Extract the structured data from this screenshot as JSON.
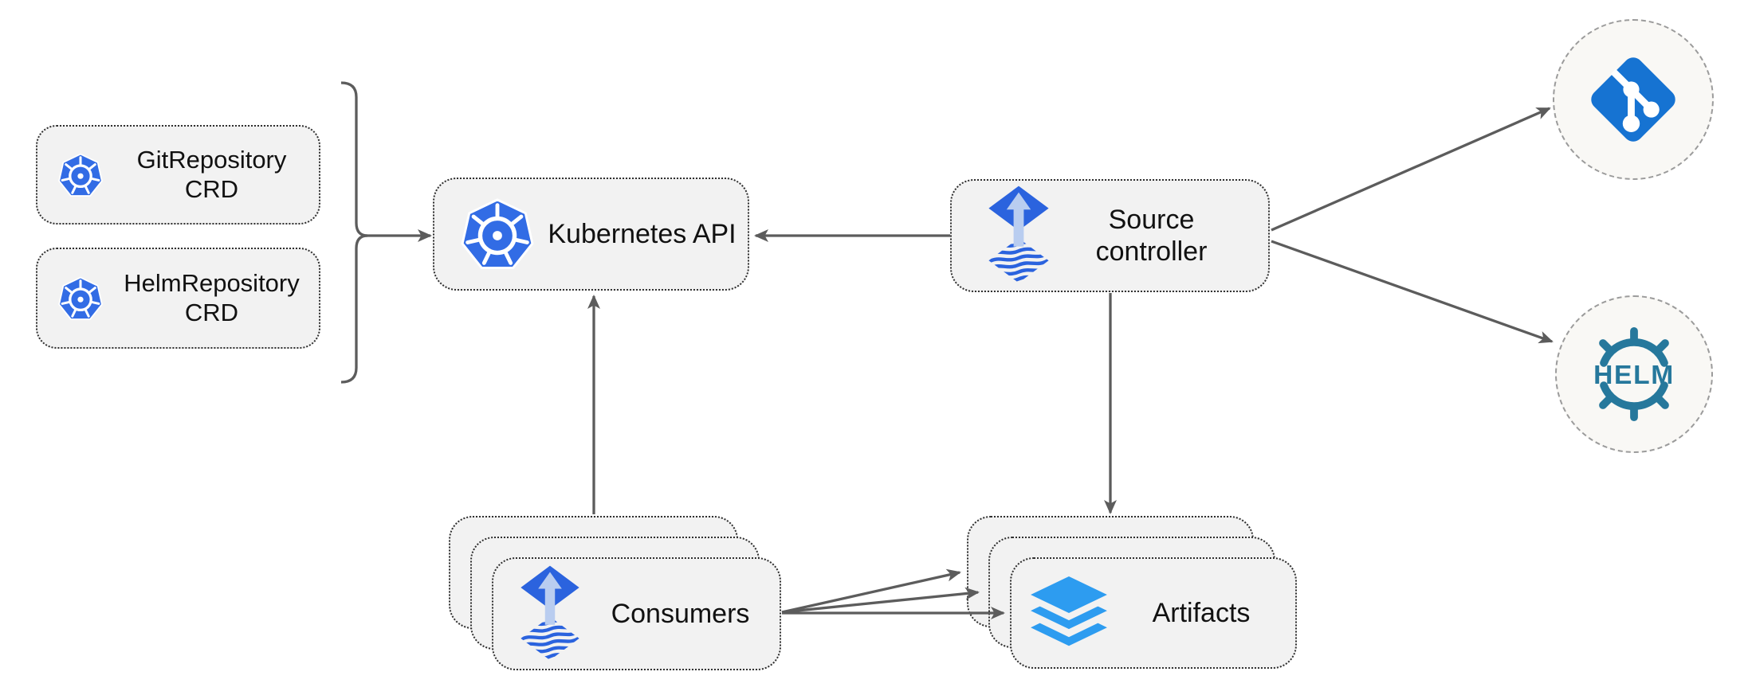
{
  "diagram": {
    "description": "Flux source-controller architecture diagram",
    "nodes": {
      "git_repository_crd": {
        "label": "GitRepository\nCRD",
        "icon": "kubernetes-icon"
      },
      "helm_repository_crd": {
        "label": "HelmRepository\nCRD",
        "icon": "kubernetes-icon"
      },
      "kubernetes_api": {
        "label": "Kubernetes API",
        "icon": "kubernetes-icon"
      },
      "source_controller": {
        "label": "Source\ncontroller",
        "icon": "flux-icon"
      },
      "consumers": {
        "label": "Consumers",
        "icon": "flux-icon",
        "stacked": true
      },
      "artifacts": {
        "label": "Artifacts",
        "icon": "layers-icon",
        "stacked": true
      },
      "git_source": {
        "label": "",
        "icon": "git-icon"
      },
      "helm_source": {
        "label": "HELM",
        "icon": "helm-icon"
      }
    },
    "edges": [
      {
        "from": "git_repository_crd + helm_repository_crd",
        "to": "kubernetes_api",
        "style": "brace-merge-arrow"
      },
      {
        "from": "source_controller",
        "to": "kubernetes_api"
      },
      {
        "from": "consumers",
        "to": "kubernetes_api"
      },
      {
        "from": "source_controller",
        "to": "artifacts"
      },
      {
        "from": "source_controller",
        "to": "git_source"
      },
      {
        "from": "source_controller",
        "to": "helm_source"
      },
      {
        "from": "consumers",
        "to": "artifacts",
        "arrows": 3
      }
    ],
    "colors": {
      "kubernetes_blue": "#326CE5",
      "flux_blue": "#2B63DE",
      "flux_arrow_light": "#B9CDF0",
      "git_blue": "#1673D2",
      "layers_blue": "#2D9CF0",
      "helm_teal": "#26789C",
      "node_fill": "#F2F2F2",
      "circle_fill": "#F9F8F5",
      "edge_gray": "#5C5C5C"
    }
  }
}
